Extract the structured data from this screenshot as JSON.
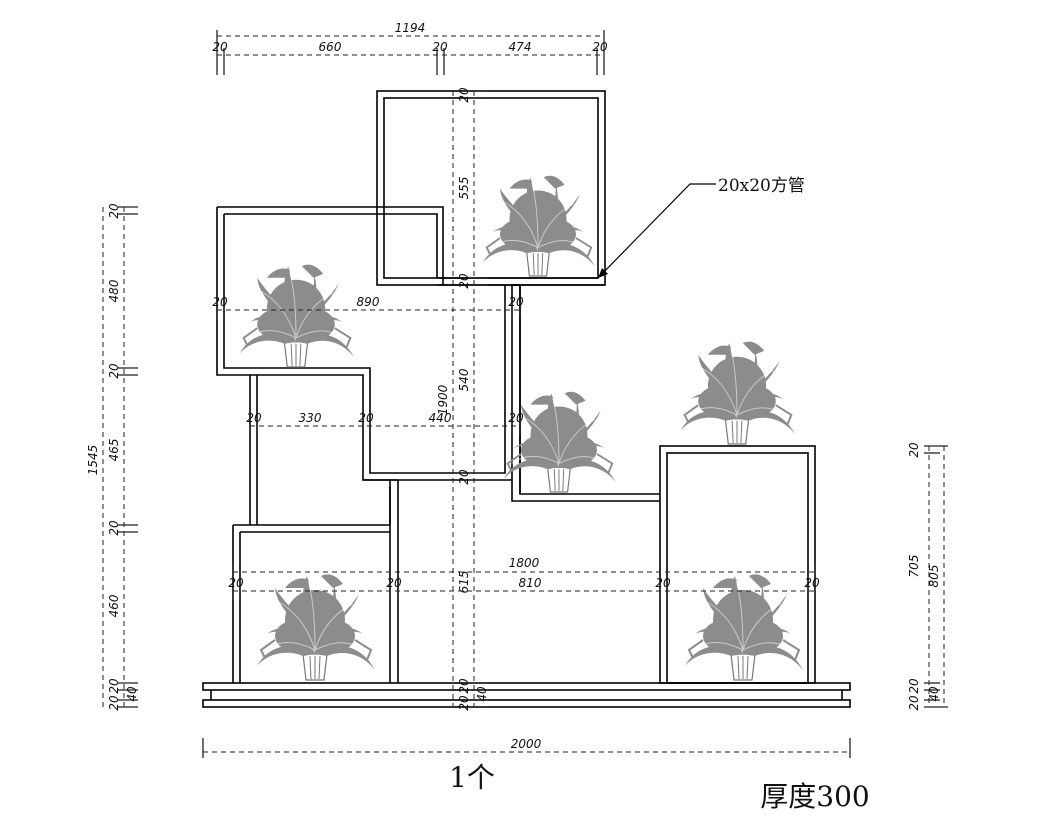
{
  "drawing": {
    "note_label": "20x20方管",
    "quantity_label": "1个",
    "thickness_label": "厚度300"
  },
  "top_dims": {
    "overall": "1194",
    "seg_a": "20",
    "seg_b": "660",
    "seg_c": "20",
    "seg_d": "474",
    "seg_e": "20"
  },
  "left_dims": {
    "overall": "1545",
    "d1": "20",
    "d2": "480",
    "d3": "20",
    "d4": "465",
    "d5": "20",
    "d6": "460",
    "d7": "20",
    "d8": "20",
    "d9": "40"
  },
  "center_dims": {
    "c1": "20",
    "c2": "555",
    "c3": "20",
    "c4": "540",
    "c5": "20",
    "c6": "615",
    "c7": "20",
    "c8": "20",
    "c9": "40",
    "c10": "1900"
  },
  "right_dims": {
    "r1": "20",
    "r2": "705",
    "r3": "805",
    "r4": "20",
    "r5": "20",
    "r6": "40"
  },
  "inner_dims": {
    "box1_left": "20",
    "box1_width": "890",
    "box1_right": "20",
    "mid_left": "20",
    "mid_width": "330",
    "mid_gap": "20",
    "mid_gap2": "440",
    "mid_right": "20",
    "bottom_overall": "1800",
    "bottom_left": "20",
    "bottom_mid": "20",
    "bottom_width": "810",
    "bottom_right1": "20",
    "bottom_right2": "20"
  },
  "bottom_dims": {
    "overall": "2000"
  }
}
